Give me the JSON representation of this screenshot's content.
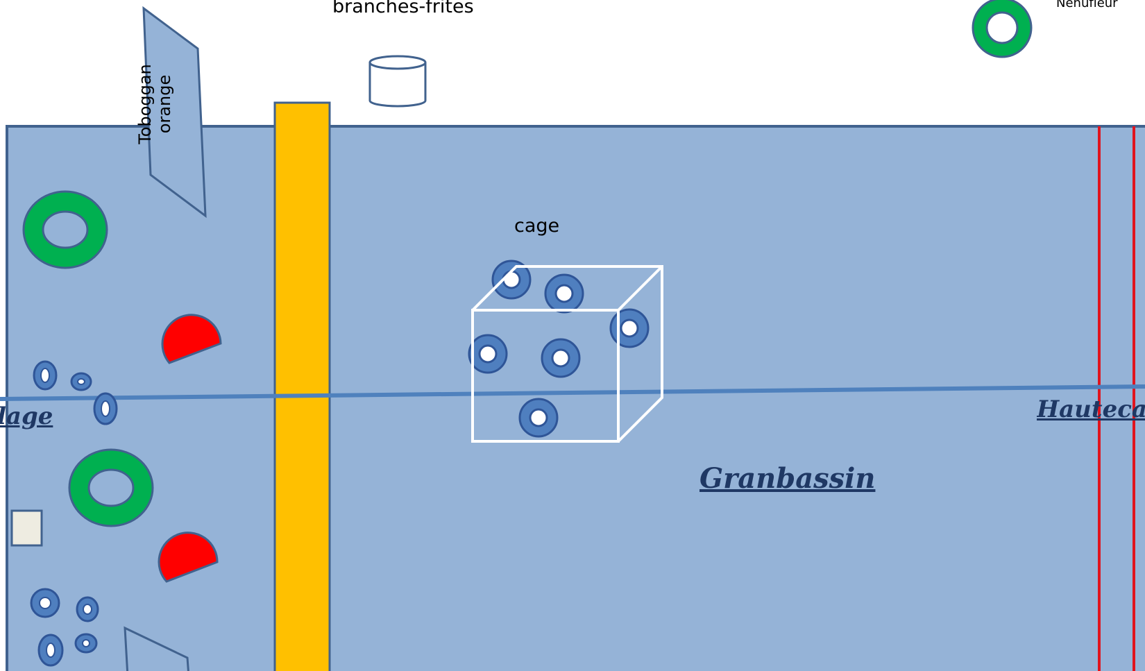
{
  "labels": {
    "branches": "branches-frites",
    "nenufleur": "Nenufleur",
    "toboggan_line1": "Toboggan",
    "toboggan_line2": "orange",
    "cage": "cage",
    "zone_left": "lage",
    "zone_center": "Granbassin",
    "zone_right": "Hauteca"
  },
  "colors": {
    "water": "#95b3d7",
    "pool_border": "#41628e",
    "yellow_bar": "#ffc000",
    "ring_green": "#00b050",
    "float_blue": "#4f7fbf",
    "red_half": "#ff0000",
    "red_line": "#e0141e",
    "water_line": "#4f81bd"
  },
  "icons": {
    "lily_ring": "green-ring-icon",
    "small_float": "blue-ring-icon",
    "half_disc": "red-half-disc-icon",
    "bucket": "cylinder-icon"
  }
}
